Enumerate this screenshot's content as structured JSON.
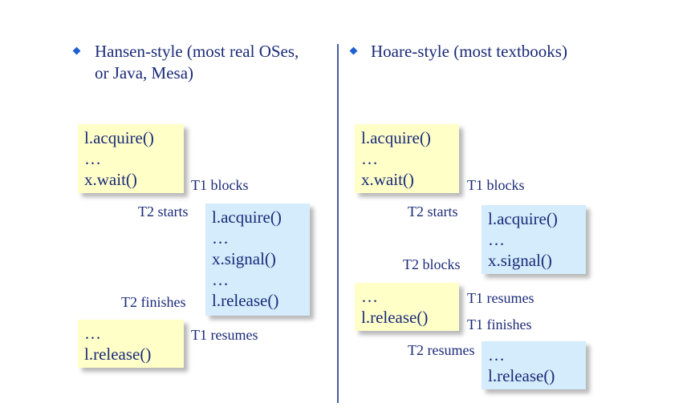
{
  "left": {
    "heading_line1": "Hansen-style (most real OSes,",
    "heading_line2": "or Java, Mesa)",
    "box_t1_start": [
      "l.acquire()",
      "…",
      "x.wait()"
    ],
    "box_t2": [
      "l.acquire()",
      "…",
      "x.signal()",
      "…",
      "l.release()"
    ],
    "box_t1_end": [
      "…",
      "l.release()"
    ],
    "label_t1_blocks": "T1 blocks",
    "label_t2_starts": "T2 starts",
    "label_t2_finishes": "T2 finishes",
    "label_t1_resumes": "T1 resumes"
  },
  "right": {
    "heading": "Hoare-style (most textbooks)",
    "box_t1_start": [
      "l.acquire()",
      "…",
      "x.wait()"
    ],
    "box_t2_start": [
      "l.acquire()",
      "…",
      "x.signal()"
    ],
    "box_t1_end": [
      "…",
      "l.release()"
    ],
    "box_t2_end": [
      "…",
      "l.release()"
    ],
    "label_t1_blocks": "T1 blocks",
    "label_t2_starts": "T2 starts",
    "label_t2_blocks": "T2 blocks",
    "label_t1_resumes": "T1 resumes",
    "label_t1_finishes": "T1 finishes",
    "label_t2_resumes": "T2 resumes"
  },
  "colors": {
    "text": "#1a2a78",
    "bullet": "#1e5fd1",
    "yellow_box": "#ffffc8",
    "blue_box": "#d4ecfb",
    "divider": "#4a5aa0"
  }
}
